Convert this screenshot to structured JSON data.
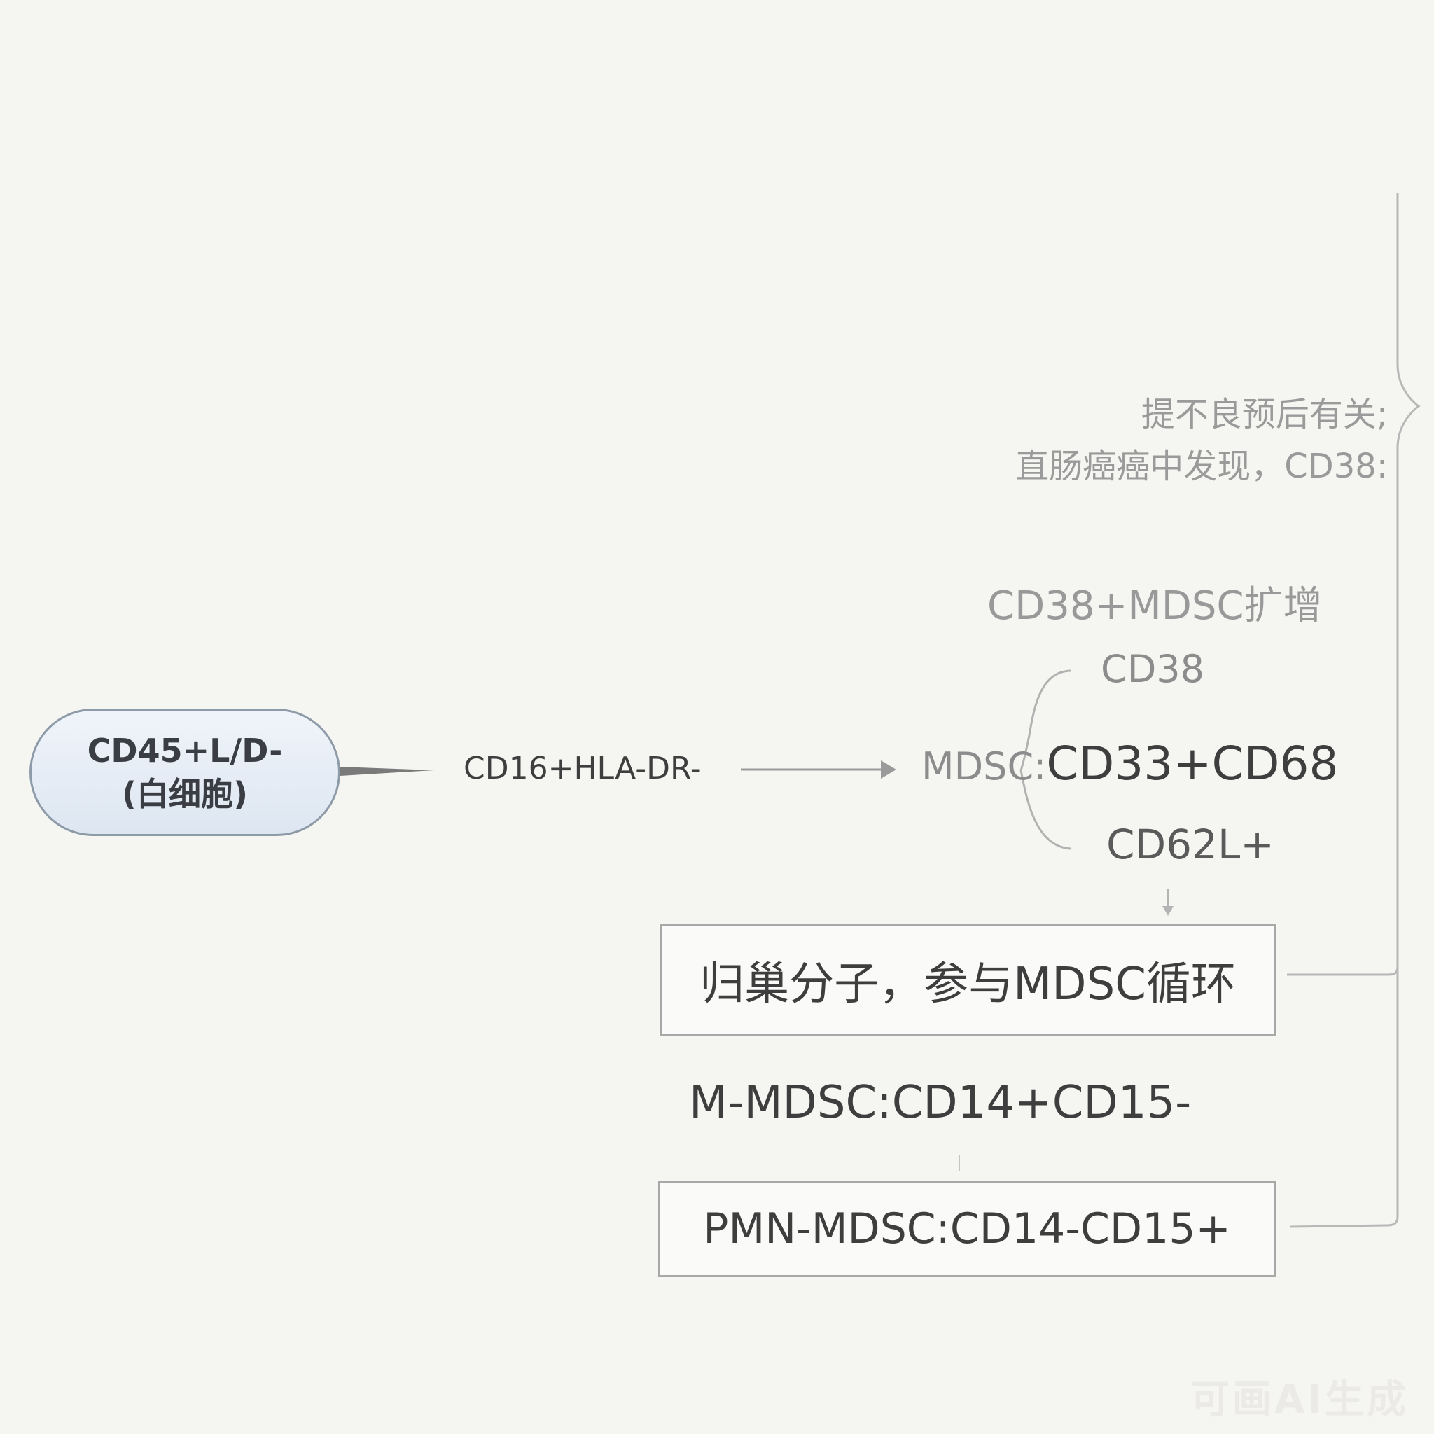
{
  "nodes": {
    "root_line1": "CD45+L/D-",
    "root_line2": "(白细胞)",
    "gate": "CD16+HLA-DR-",
    "mdsc_prefix": "MDSC:",
    "mdsc_markers": "CD33+CD68",
    "cd38": "CD38",
    "cd62l": "CD62L+",
    "cd38_expand": "CD38+MDSC扩增",
    "note_line1": "提不良预后有关;",
    "note_line2": "直肠癌癌中发现，CD38:",
    "homing": "归巢分子，参与MDSC循环",
    "m_mdsc": "M-MDSC:CD14+CD15-",
    "pmn_mdsc": "PMN-MDSC:CD14-CD15+"
  },
  "watermark": "可画AI生成",
  "colors": {
    "background": "#f5f5f2",
    "root_fill": "#e4ebf4",
    "root_border": "#8d9aa8",
    "line": "#a8a8a8",
    "text_dark": "#3e3e3e",
    "text_gray": "#8c8c8c"
  }
}
